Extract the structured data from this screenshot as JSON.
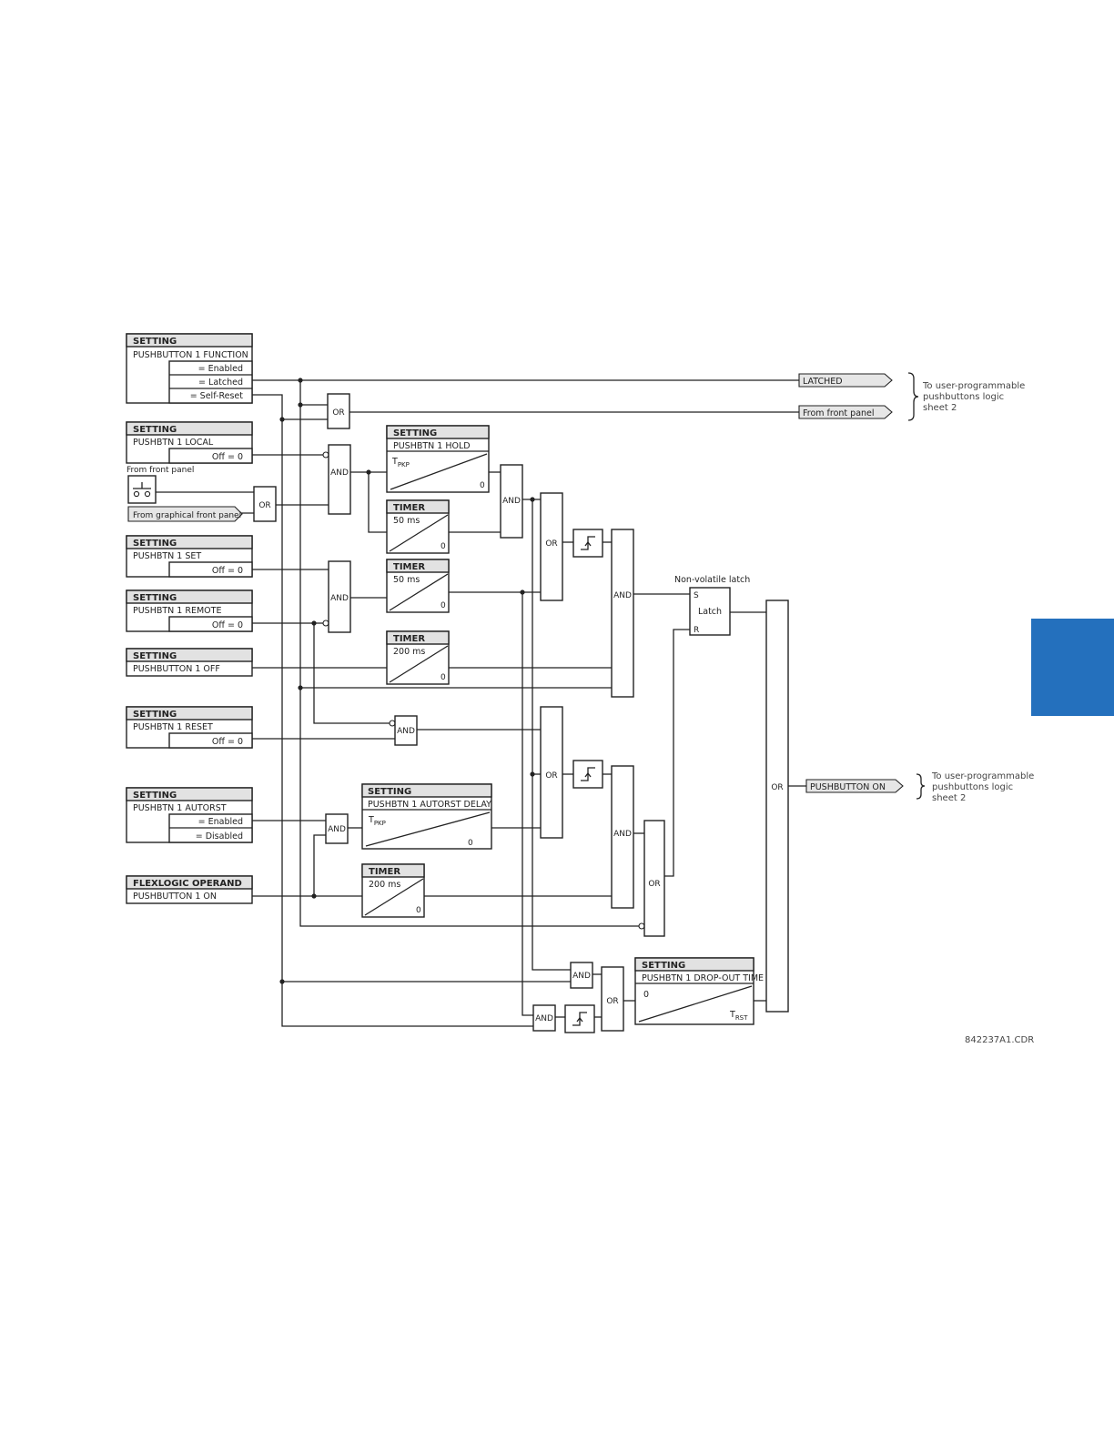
{
  "settings": {
    "function": {
      "header": "SETTING",
      "name": "PUSHBUTTON 1 FUNCTION",
      "options": [
        "= Enabled",
        "= Latched",
        "= Self-Reset"
      ]
    },
    "local": {
      "header": "SETTING",
      "name": "PUSHBTN 1 LOCAL",
      "option": "Off = 0"
    },
    "set": {
      "header": "SETTING",
      "name": "PUSHBTN 1 SET",
      "option": "Off = 0"
    },
    "remote": {
      "header": "SETTING",
      "name": "PUSHBTN 1 REMOTE",
      "option": "Off = 0"
    },
    "off": {
      "header": "SETTING",
      "name": "PUSHBUTTON 1 OFF"
    },
    "reset": {
      "header": "SETTING",
      "name": "PUSHBTN 1 RESET",
      "option": "Off = 0"
    },
    "autorst": {
      "header": "SETTING",
      "name": "PUSHBTN 1 AUTORST",
      "options": [
        "= Enabled",
        "= Disabled"
      ]
    },
    "flexlogic": {
      "header": "FLEXLOGIC OPERAND",
      "name": "PUSHBUTTON 1 ON"
    },
    "hold": {
      "header": "SETTING",
      "name": "PUSHBTN 1 HOLD",
      "t_main": "T",
      "t_sub": "PKP",
      "zero": "0"
    },
    "autorst_delay": {
      "header": "SETTING",
      "name": "PUSHBTN 1 AUTORST DELAY",
      "t_main": "T",
      "t_sub": "PKP",
      "zero": "0"
    },
    "dropout": {
      "header": "SETTING",
      "name": "PUSHBTN 1 DROP-OUT TIME",
      "t_main": "T",
      "t_sub": "RST",
      "zero": "0"
    }
  },
  "timers": {
    "t1": {
      "header": "TIMER",
      "value": "50 ms",
      "zero": "0"
    },
    "t2": {
      "header": "TIMER",
      "value": "50 ms",
      "zero": "0"
    },
    "t3": {
      "header": "TIMER",
      "value": "200 ms",
      "zero": "0"
    },
    "t4": {
      "header": "TIMER",
      "value": "200 ms",
      "zero": "0"
    }
  },
  "inputs": {
    "from_front_panel": "From front panel",
    "from_graphical": "From graphical front panel"
  },
  "gates": {
    "or": "OR",
    "and": "AND"
  },
  "latch": {
    "title": "Non-volatile latch",
    "s": "S",
    "label": "Latch",
    "r": "R"
  },
  "outputs": {
    "latched": "LATCHED",
    "from_front_panel": "From front panel",
    "pushbutton_on": "PUSHBUTTON ON",
    "note_lines": [
      "To user-programmable",
      "pushbuttons logic",
      "sheet 2"
    ]
  },
  "drawing_code": "842237A1.CDR",
  "tab_color": "#2470bd"
}
